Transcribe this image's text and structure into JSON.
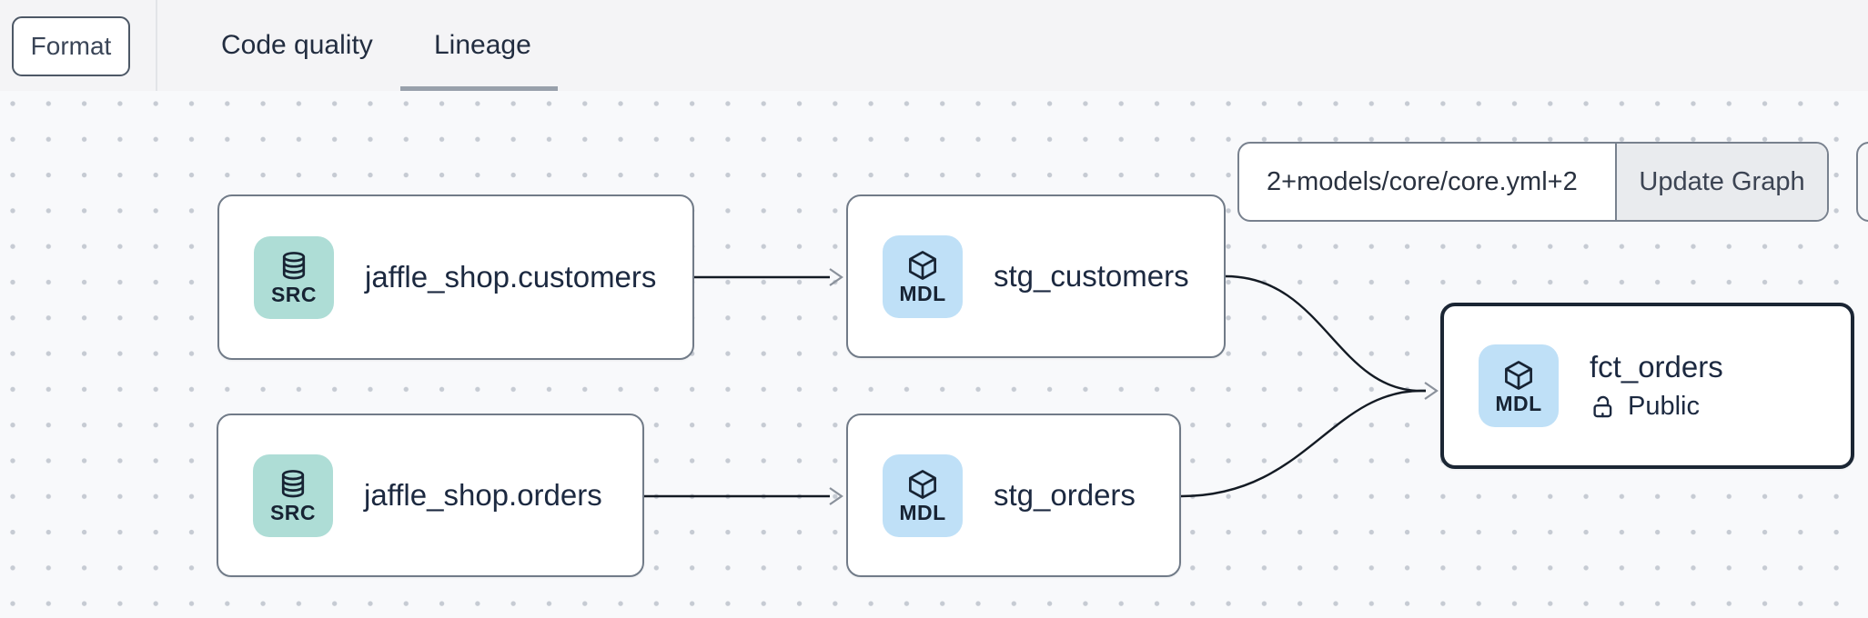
{
  "header": {
    "format_button": "Format",
    "tabs": [
      {
        "label": "Code quality",
        "active": false
      },
      {
        "label": "Lineage",
        "active": true
      }
    ]
  },
  "toolbar": {
    "selector_value": "2+models/core/core.yml+2",
    "update_graph_label": "Update Graph"
  },
  "nodes": [
    {
      "badge": "SRC",
      "label": "jaffle_shop.customers",
      "type": "source",
      "icon": "database-icon",
      "selected": false
    },
    {
      "badge": "MDL",
      "label": "stg_customers",
      "type": "model",
      "icon": "cube-icon",
      "selected": false
    },
    {
      "badge": "SRC",
      "label": "jaffle_shop.orders",
      "type": "source",
      "icon": "database-icon",
      "selected": false
    },
    {
      "badge": "MDL",
      "label": "stg_orders",
      "type": "model",
      "icon": "cube-icon",
      "selected": false
    },
    {
      "badge": "MDL",
      "label": "fct_orders",
      "type": "model",
      "icon": "cube-icon",
      "access": "Public",
      "access_icon": "unlock-icon",
      "selected": true
    }
  ],
  "edges": [
    {
      "from": "jaffle_shop.customers",
      "to": "stg_customers"
    },
    {
      "from": "jaffle_shop.orders",
      "to": "stg_orders"
    },
    {
      "from": "stg_customers",
      "to": "fct_orders"
    },
    {
      "from": "stg_orders",
      "to": "fct_orders"
    }
  ],
  "colors": {
    "source_badge_bg": "#aeddd6",
    "model_badge_bg": "#bfe0f7",
    "selected_border": "#1b2634",
    "card_border": "#717b88",
    "edge": "#141b24",
    "tab_underline": "#98a0ab",
    "canvas_bg": "#f8f9fb",
    "header_bg": "#f4f4f6"
  }
}
